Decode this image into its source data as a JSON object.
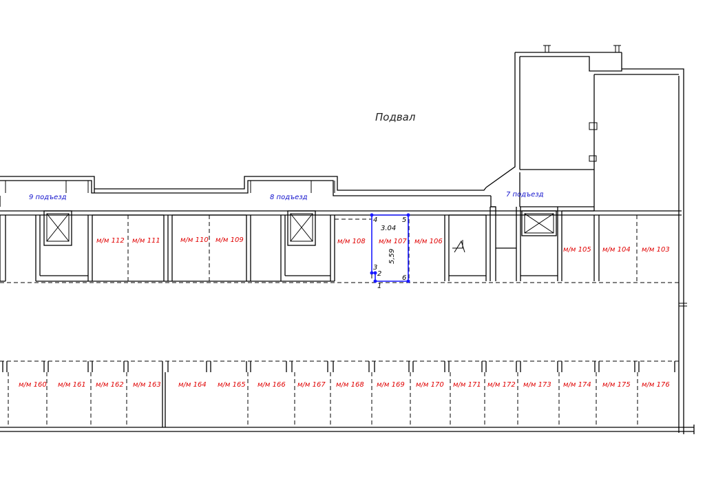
{
  "drawing": {
    "title": "Подвал",
    "entrances": [
      "9 подъезд",
      "8 подъезд",
      "7 подъезд"
    ],
    "upper_spaces": [
      "м/м 112",
      "м/м 111",
      "м/м 110",
      "м/м 109",
      "м/м 108",
      "м/м 107",
      "м/м 106",
      "м/м 105",
      "м/м 104",
      "м/м 103"
    ],
    "lower_spaces": [
      "м/м 160",
      "м/м 161",
      "м/м 162",
      "м/м 163",
      "м/м 164",
      "м/м 165",
      "м/м 166",
      "м/м 167",
      "м/м 168",
      "м/м 169",
      "м/м 170",
      "м/м 171",
      "м/м 172",
      "м/м 173",
      "м/м 174",
      "м/м 175",
      "м/м 176"
    ],
    "selection": {
      "width_label": "3.04",
      "length_label": "5,59",
      "points": [
        "1",
        "2",
        "3",
        "4",
        "5",
        "6"
      ]
    }
  },
  "colors": {
    "space_labels": "#e00000",
    "entrance_labels": "#1010cc",
    "selection": "#1a1aff"
  }
}
